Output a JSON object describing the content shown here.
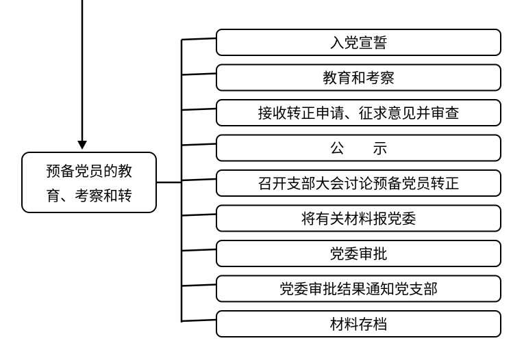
{
  "source_node": {
    "line1": "预备党员的教",
    "line2": "育、考察和转"
  },
  "steps": [
    {
      "label": "入党宣誓"
    },
    {
      "label": "教育和考察"
    },
    {
      "label": "接收转正申请、征求意见并审查"
    },
    {
      "label": "公　　示"
    },
    {
      "label": "召开支部大会讨论预备党员转正"
    },
    {
      "label": "将有关材料报党委"
    },
    {
      "label": "党委审批"
    },
    {
      "label": "党委审批结果通知党支部"
    },
    {
      "label": "材料存档"
    }
  ]
}
